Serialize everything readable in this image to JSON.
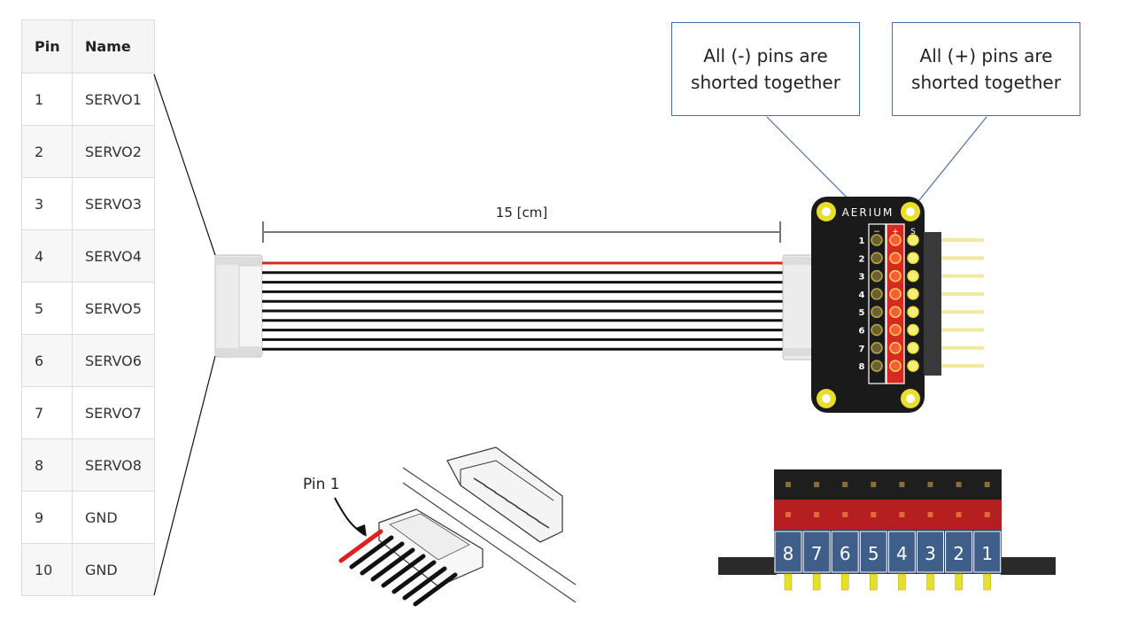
{
  "pin_table": {
    "headers": {
      "pin": "Pin",
      "name": "Name"
    },
    "rows": [
      {
        "pin": "1",
        "name": "SERVO1"
      },
      {
        "pin": "2",
        "name": "SERVO2"
      },
      {
        "pin": "3",
        "name": "SERVO3"
      },
      {
        "pin": "4",
        "name": "SERVO4"
      },
      {
        "pin": "5",
        "name": "SERVO5"
      },
      {
        "pin": "6",
        "name": "SERVO6"
      },
      {
        "pin": "7",
        "name": "SERVO7"
      },
      {
        "pin": "8",
        "name": "SERVO8"
      },
      {
        "pin": "9",
        "name": "GND"
      },
      {
        "pin": "10",
        "name": "GND"
      }
    ]
  },
  "cable": {
    "length_label": "15 [cm]"
  },
  "callouts": {
    "negative": "All (-) pins are shorted together",
    "positive": "All (+) pins are shorted together"
  },
  "board": {
    "brand": "AERIUM",
    "row_numbers": [
      "1",
      "2",
      "3",
      "4",
      "5",
      "6",
      "7",
      "8"
    ],
    "col_minus": "−",
    "col_plus": "+",
    "col_signal": "S"
  },
  "connector_detail": {
    "pin1_label": "Pin 1"
  },
  "header_front": {
    "numbers": [
      "8",
      "7",
      "6",
      "5",
      "4",
      "3",
      "2",
      "1"
    ]
  },
  "colors": {
    "power_red": "#d42a1f",
    "wire_black": "#111111",
    "pcb": "#1a1a1a",
    "header_blue": "#3f5f8a",
    "gold": "#e8df2a"
  }
}
